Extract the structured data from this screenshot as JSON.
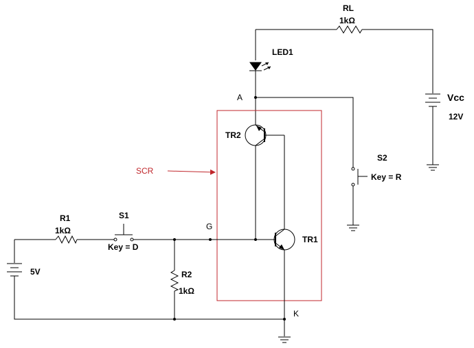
{
  "components": {
    "rl": {
      "name": "RL",
      "value": "1kΩ"
    },
    "led": {
      "name": "LED1"
    },
    "vcc": {
      "name": "Vcc",
      "value": "12V"
    },
    "s2": {
      "name": "S2",
      "key": "Key = R"
    },
    "tr2": {
      "name": "TR2"
    },
    "tr1": {
      "name": "TR1"
    },
    "r1": {
      "name": "R1",
      "value": "1kΩ"
    },
    "s1": {
      "name": "S1",
      "key": "Key = D"
    },
    "r2": {
      "name": "R2",
      "value": "1kΩ"
    },
    "v5": {
      "value": "5V"
    }
  },
  "nodes": {
    "anode": "A",
    "gate": "G",
    "cathode": "K"
  },
  "scr": {
    "label": "SCR",
    "color": "#c0262b"
  }
}
